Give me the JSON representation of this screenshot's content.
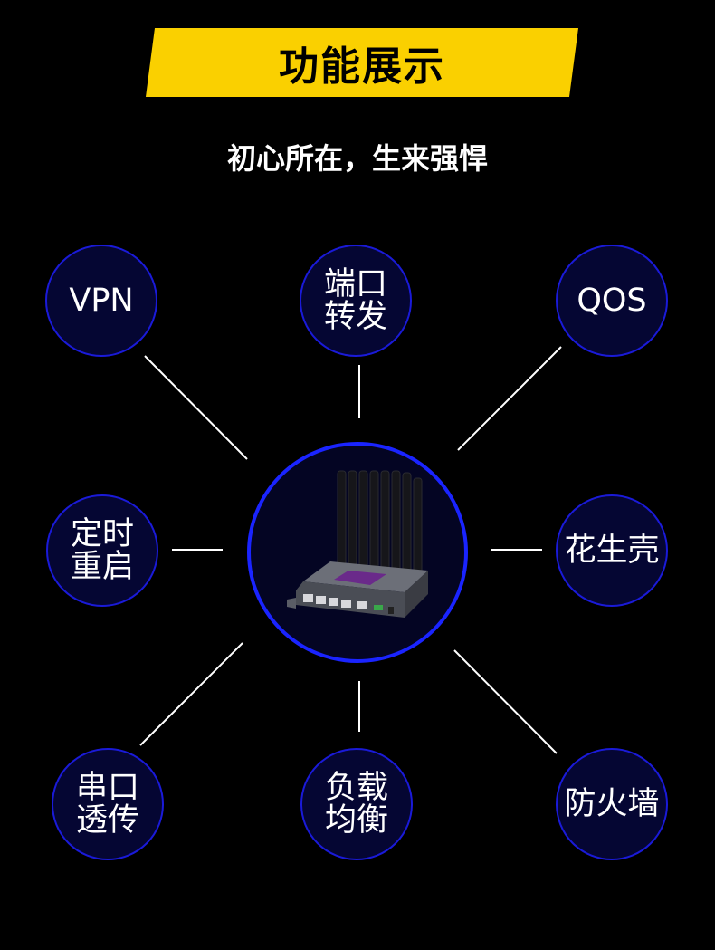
{
  "header": {
    "title": "功能展示"
  },
  "subtitle": "初心所在，生来强悍",
  "features": [
    {
      "id": "vpn",
      "label": "VPN"
    },
    {
      "id": "port-forward",
      "label": "端口\n转发"
    },
    {
      "id": "qos",
      "label": "QOS"
    },
    {
      "id": "timed-restart",
      "label": "定时\n重启"
    },
    {
      "id": "oray",
      "label": "花生壳"
    },
    {
      "id": "serial-transparent",
      "label": "串口\n透传"
    },
    {
      "id": "load-balance",
      "label": "负载\n均衡"
    },
    {
      "id": "firewall",
      "label": "防火墙"
    }
  ],
  "colors": {
    "banner": "#fad000",
    "node_border": "#1a1ad8",
    "node_fill": "#050633",
    "center_border": "#1a24ff"
  }
}
